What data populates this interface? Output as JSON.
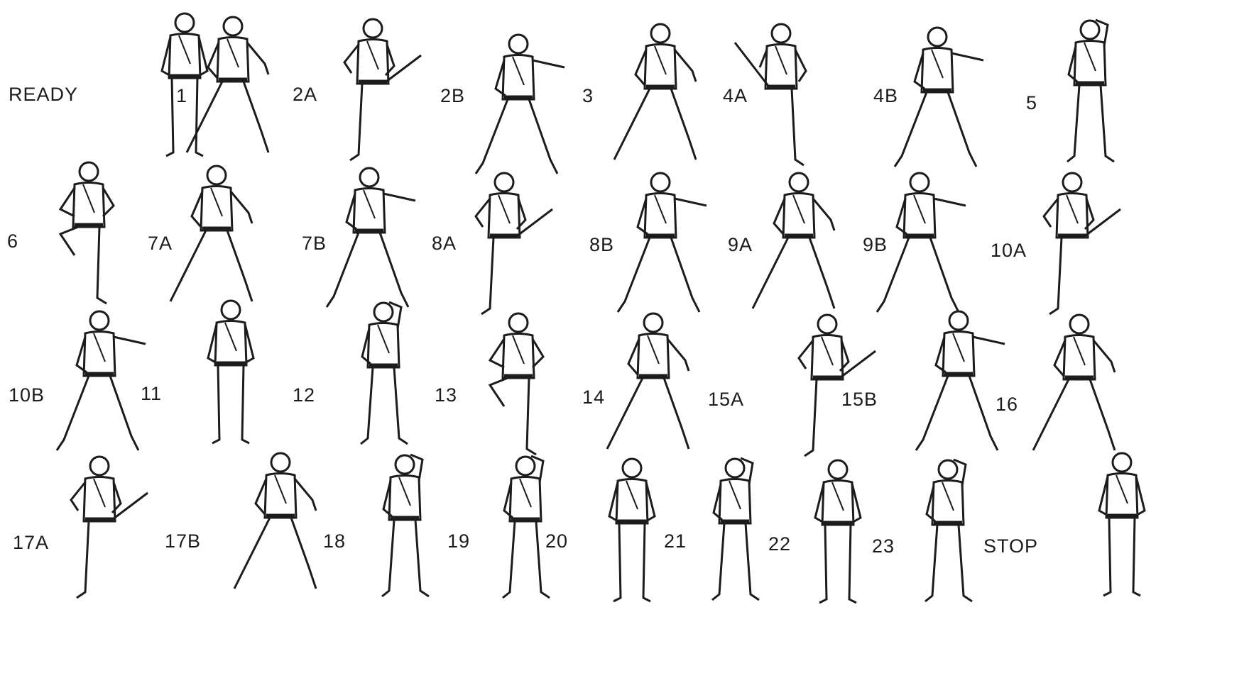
{
  "rows": [
    {
      "steps": [
        {
          "label": "READY",
          "pose": "ready"
        },
        {
          "label": "1",
          "pose": "stance"
        },
        {
          "label": "2A",
          "pose": "kick"
        },
        {
          "label": "2B",
          "pose": "punch"
        },
        {
          "label": "3",
          "pose": "stance"
        },
        {
          "label": "4A",
          "pose": "high-kick"
        },
        {
          "label": "4B",
          "pose": "punch"
        },
        {
          "label": "5",
          "pose": "block"
        }
      ]
    },
    {
      "steps": [
        {
          "label": "6",
          "pose": "knee"
        },
        {
          "label": "7A",
          "pose": "stance"
        },
        {
          "label": "7B",
          "pose": "punch"
        },
        {
          "label": "8A",
          "pose": "kick"
        },
        {
          "label": "8B",
          "pose": "punch"
        },
        {
          "label": "9A",
          "pose": "stance"
        },
        {
          "label": "9B",
          "pose": "punch"
        },
        {
          "label": "10A",
          "pose": "kick"
        }
      ]
    },
    {
      "steps": [
        {
          "label": "10B",
          "pose": "punch"
        },
        {
          "label": "11",
          "pose": "ready"
        },
        {
          "label": "12",
          "pose": "block"
        },
        {
          "label": "13",
          "pose": "knee"
        },
        {
          "label": "14",
          "pose": "stance"
        },
        {
          "label": "15A",
          "pose": "kick"
        },
        {
          "label": "15B",
          "pose": "punch"
        },
        {
          "label": "16",
          "pose": "stance"
        }
      ]
    },
    {
      "steps": [
        {
          "label": "17A",
          "pose": "kick"
        },
        {
          "label": "17B",
          "pose": "stance"
        },
        {
          "label": "18",
          "pose": "block"
        },
        {
          "label": "19",
          "pose": "block"
        },
        {
          "label": "20",
          "pose": "ready"
        },
        {
          "label": "21",
          "pose": "block"
        },
        {
          "label": "22",
          "pose": "ready"
        },
        {
          "label": "23",
          "pose": "block"
        },
        {
          "label": "STOP",
          "pose": "ready"
        }
      ]
    }
  ],
  "colors": {
    "ink": "#1c1c1c",
    "paper": "#ffffff"
  }
}
